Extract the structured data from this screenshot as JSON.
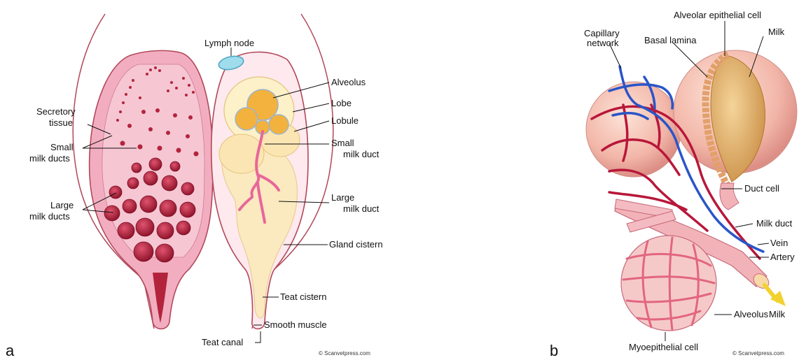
{
  "panel_a": {
    "letter": "a",
    "credit": "© Scanvetpress.com",
    "labels": {
      "lymph_node": "Lymph node",
      "secretory_tissue_1": "Secretory",
      "secretory_tissue_2": "tissue",
      "small_ducts_1": "Small",
      "small_ducts_2": "milk ducts",
      "large_ducts_1": "Large",
      "large_ducts_2": "milk ducts",
      "alveolus": "Alveolus",
      "lobe": "Lobe",
      "lobule": "Lobule",
      "small_duct_r1": "Small",
      "small_duct_r2": "milk duct",
      "large_duct_r1": "Large",
      "large_duct_r2": "milk duct",
      "gland_cistern": "Gland cistern",
      "teat_cistern": "Teat cistern",
      "smooth_muscle": "Smooth muscle",
      "teat_canal": "Teat canal"
    }
  },
  "panel_b": {
    "letter": "b",
    "credit": "© Scanvetpress.com",
    "labels": {
      "alveolar_epithelial_cell": "Alveolar epithelial cell",
      "capillary_1": "Capillary",
      "capillary_2": "network",
      "basal_lamina": "Basal lamina",
      "milk_top": "Milk",
      "duct_cell": "Duct cell",
      "milk_duct": "Milk duct",
      "vein": "Vein",
      "artery": "Artery",
      "alveolus": "Alveolus",
      "milk_bottom": "Milk",
      "myoepithelial_cell": "Myoepithelial cell"
    }
  },
  "colors": {
    "gland_pink": "#f2aec0",
    "tissue_red": "#b3243c",
    "cistern_cream": "#fbe9bf",
    "duct_pink": "#e8679a",
    "lymph_blue": "#9fdcec",
    "vein_blue": "#2a55c8",
    "artery_red": "#b8173a",
    "milk_gold": "#d9a24e",
    "alveolus_peach": "#efb7a8"
  }
}
